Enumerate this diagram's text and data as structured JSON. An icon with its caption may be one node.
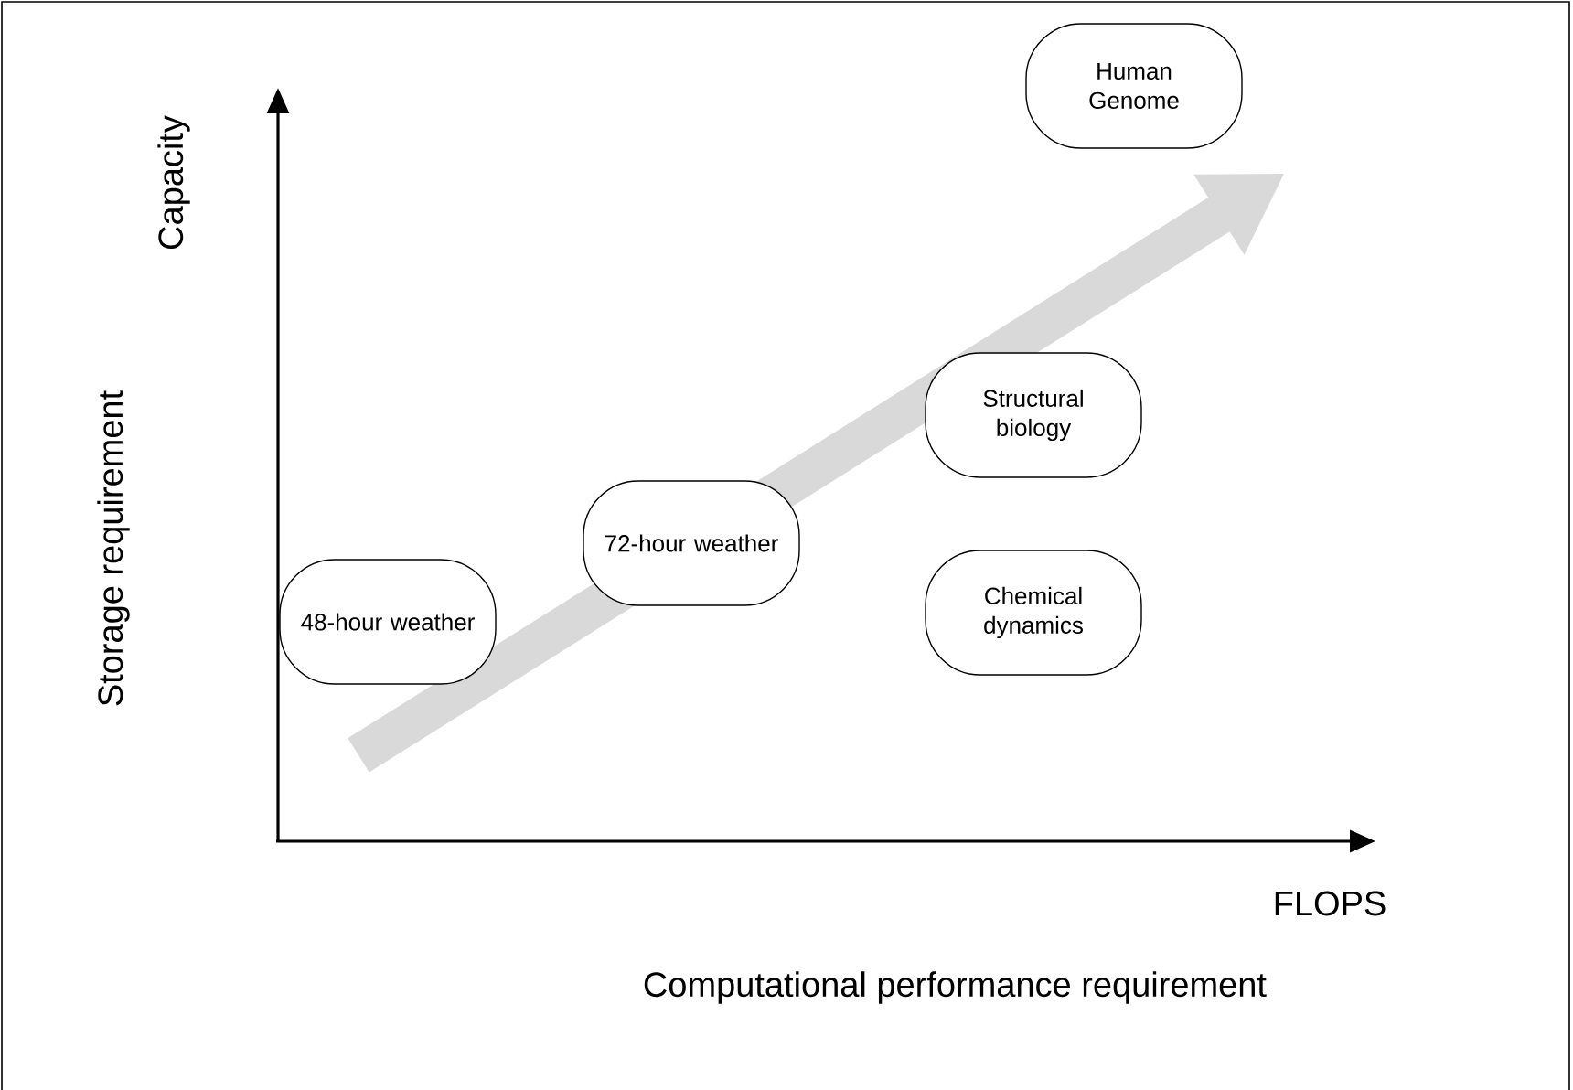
{
  "diagram": {
    "nodes": [
      {
        "text": [
          "Human Genome"
        ]
      },
      {
        "text": [
          "Structural biology"
        ]
      },
      {
        "text": [
          "72-hour weather"
        ]
      },
      {
        "text": [
          "Chemical dynamics"
        ]
      },
      {
        "text": [
          "48-hour weather"
        ]
      }
    ],
    "labels": [
      "Capacity",
      "Storage requirement",
      "FLOPS",
      "Computational performance requirement"
    ]
  }
}
